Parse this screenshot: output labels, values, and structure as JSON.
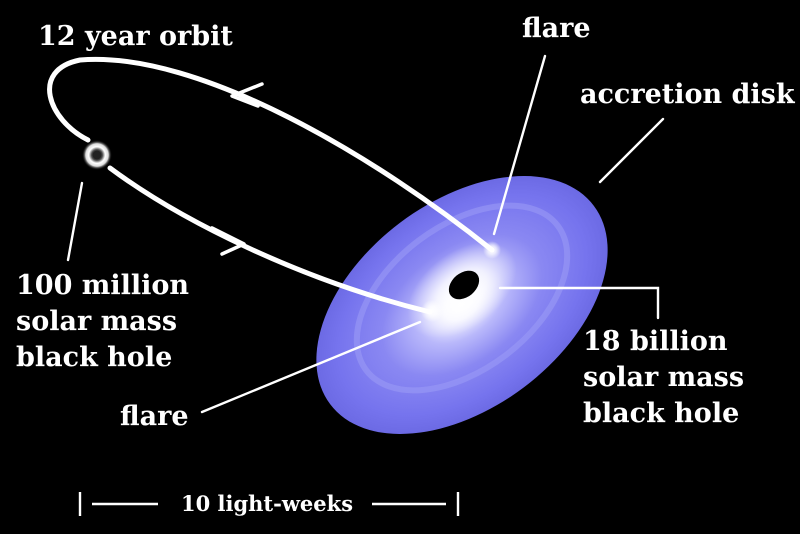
{
  "labels": {
    "orbit": "12 year orbit",
    "flare_top": "flare",
    "accretion_disk": "accretion disk",
    "small_bh_line1": "100 million",
    "small_bh_line2": "solar mass",
    "small_bh_line3": "black hole",
    "large_bh_line1": "18 billion",
    "large_bh_line2": "solar mass",
    "large_bh_line3": "black hole",
    "flare_bottom": "flare",
    "scale_bar": "10 light-weeks"
  },
  "colors": {
    "background": "#000000",
    "disk_outer": "#7a78f0",
    "disk_inner": "#ffffff",
    "orbit": "#ffffff",
    "label": "#ffffff"
  }
}
